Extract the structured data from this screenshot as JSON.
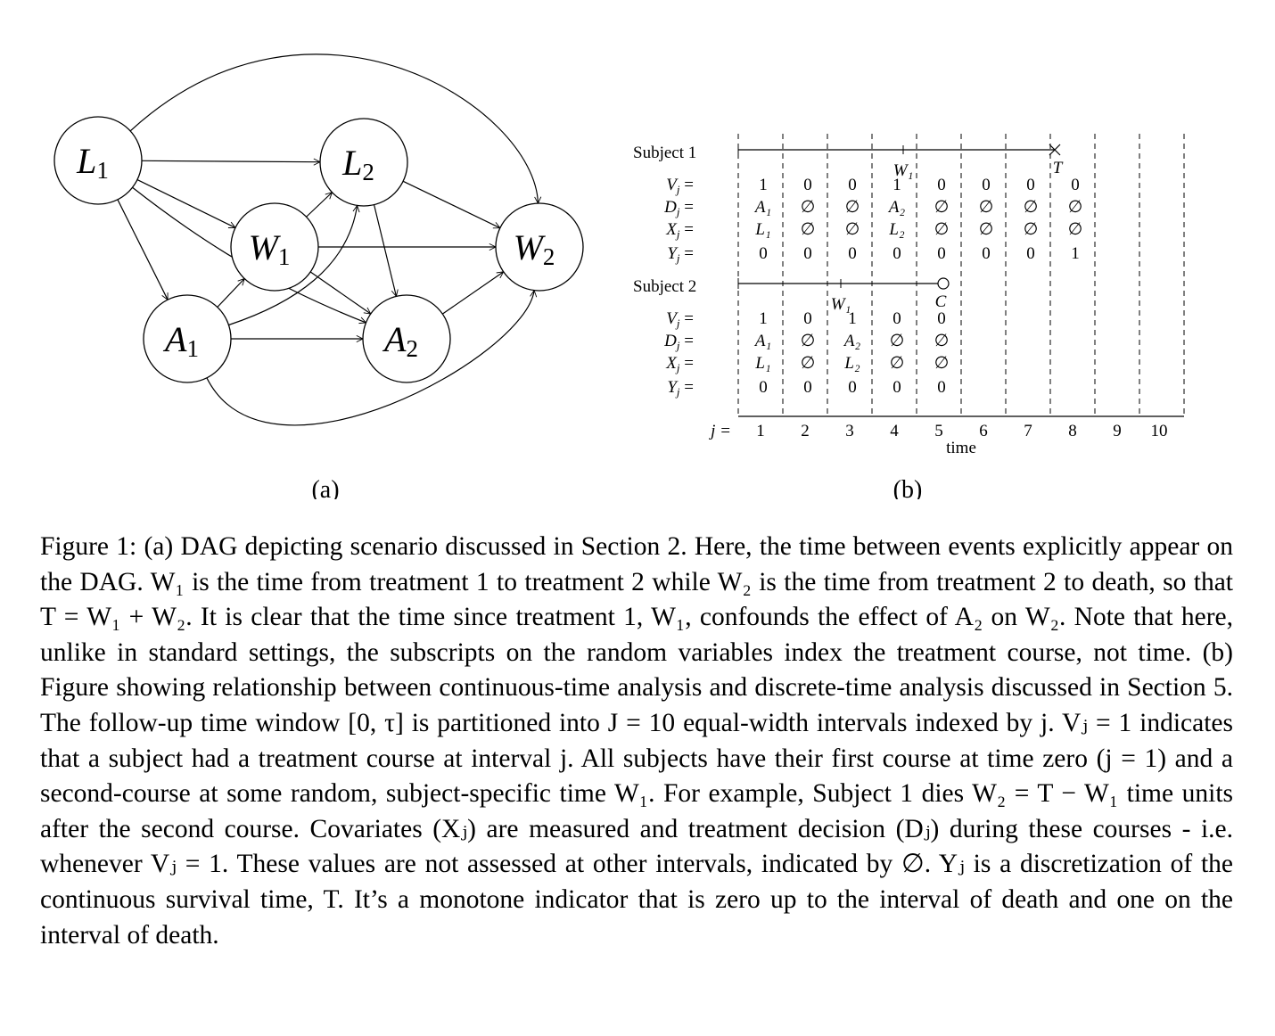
{
  "panel_a": {
    "label": "(a)",
    "nodes": [
      {
        "id": "L1",
        "name": "L",
        "sub": "1"
      },
      {
        "id": "L2",
        "name": "L",
        "sub": "2"
      },
      {
        "id": "W1",
        "name": "W",
        "sub": "1"
      },
      {
        "id": "W2",
        "name": "W",
        "sub": "2"
      },
      {
        "id": "A1",
        "name": "A",
        "sub": "1"
      },
      {
        "id": "A2",
        "name": "A",
        "sub": "2"
      }
    ],
    "edges": [
      [
        "L1",
        "L2"
      ],
      [
        "L1",
        "W1"
      ],
      [
        "L1",
        "A1"
      ],
      [
        "L1",
        "A2"
      ],
      [
        "L1",
        "W2"
      ],
      [
        "L2",
        "W2"
      ],
      [
        "L2",
        "A2"
      ],
      [
        "W1",
        "L2"
      ],
      [
        "W1",
        "W2"
      ],
      [
        "W1",
        "A2"
      ],
      [
        "A1",
        "W1"
      ],
      [
        "A1",
        "L2"
      ],
      [
        "A1",
        "A2"
      ],
      [
        "A1",
        "W2"
      ],
      [
        "A2",
        "W2"
      ]
    ]
  },
  "panel_b": {
    "label": "(b)",
    "x_label": "time",
    "j_label": "j =",
    "j_values": [
      "1",
      "2",
      "3",
      "4",
      "5",
      "6",
      "7",
      "8",
      "9",
      "10"
    ],
    "row_labels": [
      "V",
      "D",
      "X",
      "Y"
    ],
    "row_suffix": "j =",
    "subjects": [
      {
        "title": "Subject 1",
        "end_marker": "T",
        "w1_label": "W₁",
        "end_time": 7.1,
        "w1_time": 3.7,
        "V": [
          "1",
          "0",
          "0",
          "1",
          "0",
          "0",
          "0",
          "0"
        ],
        "D": [
          "A₁",
          "∅",
          "∅",
          "A₂",
          "∅",
          "∅",
          "∅",
          "∅"
        ],
        "X": [
          "L₁",
          "∅",
          "∅",
          "L₂",
          "∅",
          "∅",
          "∅",
          "∅"
        ],
        "Y": [
          "0",
          "0",
          "0",
          "0",
          "0",
          "0",
          "0",
          "1"
        ]
      },
      {
        "title": "Subject 2",
        "end_marker": "C",
        "w1_label": "W₁",
        "end_time": 4.5,
        "w1_time": 2.3,
        "V": [
          "1",
          "0",
          "1",
          "0",
          "0"
        ],
        "D": [
          "A₁",
          "∅",
          "A₂",
          "∅",
          "∅"
        ],
        "X": [
          "L₁",
          "∅",
          "L₂",
          "∅",
          "∅"
        ],
        "Y": [
          "0",
          "0",
          "0",
          "0",
          "0"
        ]
      }
    ]
  },
  "caption": "Figure 1: (a) DAG depicting scenario discussed in Section 2. Here, the time between events explicitly appear on the DAG. W₁ is the time from treatment 1 to treatment 2 while W₂ is the time from treatment 2 to death, so that T = W₁ + W₂. It is clear that the time since treatment 1, W₁, confounds the effect of A₂ on W₂. Note that here, unlike in standard settings, the subscripts on the random variables index the treatment course, not time. (b) Figure showing relationship between continuous-time analysis and discrete-time analysis discussed in Section 5. The follow-up time window [0, τ] is partitioned into J = 10 equal-width intervals indexed by j. Vⱼ = 1 indicates that a subject had a treatment course at interval j. All subjects have their first course at time zero (j = 1) and a second-course at some random, subject-specific time W₁. For example, Subject 1 dies W₂ = T − W₁ time units after the second course. Covariates (Xⱼ) are measured and treatment decision (Dⱼ) during these courses - i.e. whenever Vⱼ = 1. These values are not assessed at other intervals, indicated by ∅. Yⱼ is a discretization of the continuous survival time, T. It’s a monotone indicator that is zero up to the interval of death and one on the interval of death."
}
